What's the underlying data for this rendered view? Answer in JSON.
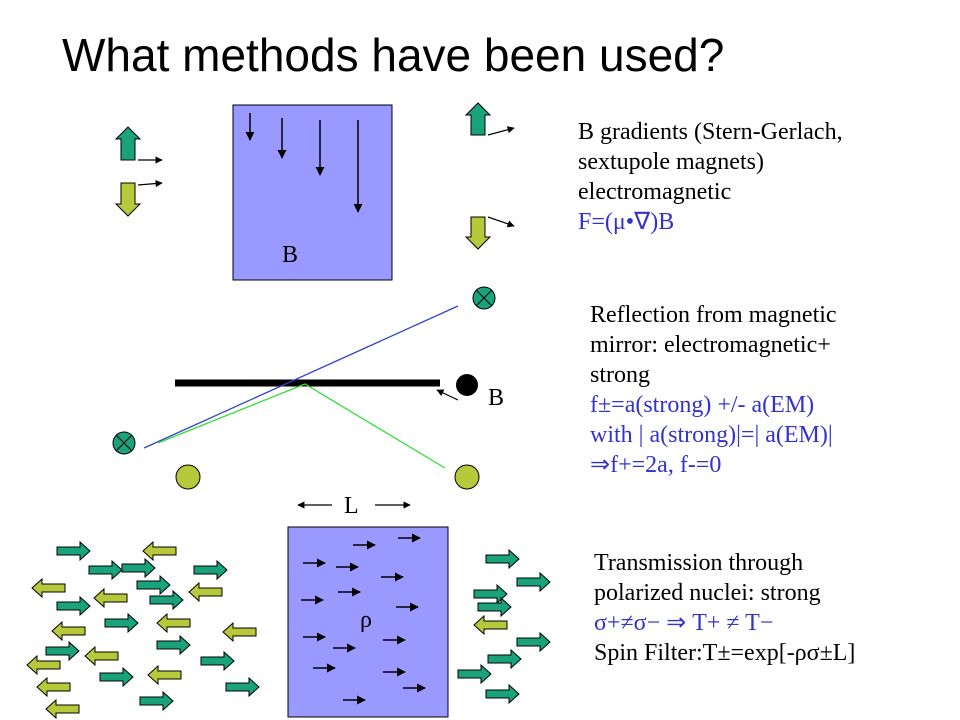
{
  "title": "What methods have been used?",
  "colors": {
    "field_box": "#9999ff",
    "arrow_green": "#1aa37a",
    "arrow_yellow": "#b5c93a",
    "blue_text": "#3333cc",
    "laser_green": "#33dd33",
    "laser_blue": "#3344cc"
  },
  "panel1": {
    "box_label": "B",
    "lines": [
      "B gradients (Stern-Gerlach,",
      "sextupole magnets)",
      "electromagnetic"
    ],
    "formula": "F=(μ•∇)B"
  },
  "panel2": {
    "field_label": "B",
    "lines": [
      "Reflection from magnetic",
      "mirror: electromagnetic+",
      "strong"
    ],
    "blue_lines": [
      "f±=a(strong)   +/-  a(EM)",
      "with | a(strong)|=|  a(EM)|",
      "⇒f+=2a, f-=0"
    ]
  },
  "panel3": {
    "length_label": "L",
    "density_label": "ρ",
    "lines": [
      "Transmission through",
      "polarized nuclei: strong"
    ],
    "blue_line": "σ+≠σ−  ⇒ T+ ≠ T−",
    "last_line": "Spin Filter:T±=exp[-ρσ±L]"
  }
}
